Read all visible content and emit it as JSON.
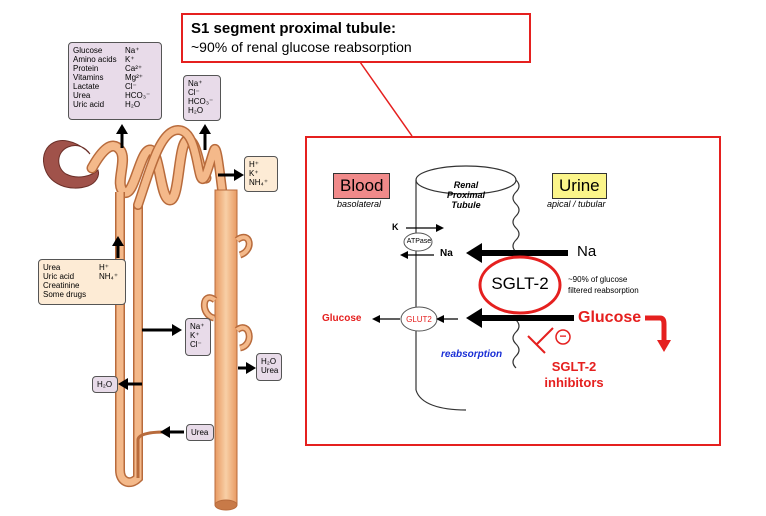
{
  "title": {
    "line1": "S1 segment proximal tubule:",
    "line2": "~90% of renal glucose reabsorption"
  },
  "top_box": {
    "left_col": [
      "Glucose",
      "Amino acids",
      "Protein",
      "Vitamins",
      "Lactate",
      "Urea",
      "Uric acid"
    ],
    "right_col": [
      "Na⁺",
      "K⁺",
      "Ca²⁺",
      "Mg²⁺",
      "Cl⁻",
      "HCO₃⁻",
      "H₂O"
    ]
  },
  "box_na_cl": [
    "Na⁺",
    "Cl⁻",
    "HCO₃⁻",
    "H₂O"
  ],
  "box_h_k": [
    "H⁺",
    "K⁺",
    "NH₄⁺"
  ],
  "box_urea": {
    "left_col": [
      "Urea",
      "Uric acid",
      "Creatinine",
      "Some drugs"
    ],
    "right_col": [
      "H⁺",
      "NH₄⁺"
    ]
  },
  "box_na_k_cl": [
    "Na⁺",
    "K⁺",
    "Cl⁻"
  ],
  "box_h2o_left": "H₂O",
  "box_h2o_urea": [
    "H₂O",
    "Urea"
  ],
  "box_urea_bottom": "Urea",
  "panel": {
    "blood_label": "Blood",
    "blood_sub": "basolateral",
    "urine_label": "Urine",
    "urine_sub": "apical / tubular",
    "tubule_label": [
      "Renal",
      "Proximal",
      "Tubule"
    ],
    "k_label": "K",
    "atpase_label": "ATPase",
    "na_left": "Na",
    "na_right": "Na",
    "sglt_label": "SGLT-2",
    "sglt_note": [
      "~90% of glucose",
      "filtered reabsorption"
    ],
    "glut_label": "GLUT2",
    "glucose_left": "Glucose",
    "glucose_right": "Glucose",
    "reabsorption": "reabsorption",
    "inhibitor_symbol": "−",
    "inhibitor_label": [
      "SGLT-2",
      "inhibitors"
    ]
  },
  "colors": {
    "accent_red": "#e5201f",
    "blood_fill": "#f08a8a",
    "urine_fill": "#fbf58a",
    "nephron_fill": "#f4b98a",
    "nephron_stroke": "#b86b3c",
    "glomerulus": "#a0524a",
    "reabsorption_text": "#1a2fd6"
  },
  "icons": [
    "arrow-up-icon",
    "arrow-left-icon",
    "arrow-right-icon",
    "inhibition-symbol-icon"
  ]
}
